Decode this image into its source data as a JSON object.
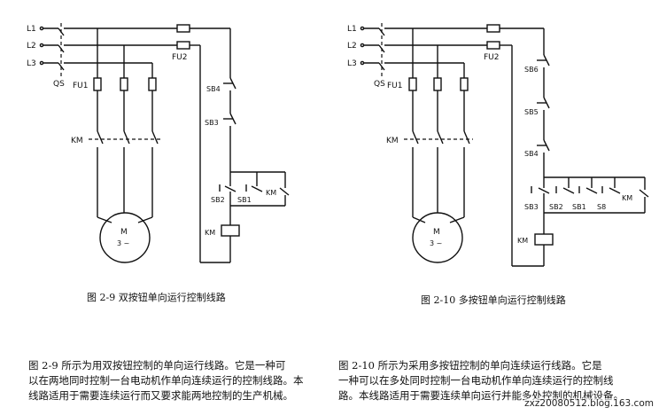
{
  "fig1": {
    "terminals": [
      "L1",
      "L2",
      "L3"
    ],
    "switch": "QS",
    "fuse_main": "FU1",
    "fuse_ctrl": "FU2",
    "contactor": "KM",
    "motor": "M",
    "motor_type": "3 ~",
    "stop_buttons": [
      "SB4",
      "SB3"
    ],
    "start_buttons": [
      "SB2",
      "SB1"
    ],
    "hold_contact": "KM",
    "coil": "KM",
    "caption": "图 2-9   双按钮单向运行控制线路"
  },
  "fig2": {
    "terminals": [
      "L1",
      "L2",
      "L3"
    ],
    "switch": "QS",
    "fuse_main": "FU1",
    "fuse_ctrl": "FU2",
    "contactor": "KM",
    "motor": "M",
    "motor_type": "3 ~",
    "stop_buttons": [
      "SB6",
      "SB5",
      "SB4"
    ],
    "start_buttons": [
      "SB3",
      "SB2",
      "SB1",
      "S8"
    ],
    "hold_contact": "KM",
    "coil": "KM",
    "caption": "图 2-10   多按钮单向运行控制线路"
  },
  "text_left": [
    "图 2-9 所示为用双按钮控制的单向运行线路。它是一种可",
    "以在两地同时控制一台电动机作单向连续运行的控制线路。本",
    "线路适用于需要连续运行而又要求能两地控制的生产机械。"
  ],
  "text_right": [
    "图 2-10 所示为采用多按钮控制的单向连续运行线路。它是",
    "一种可以在多处同时控制一台电动机作单向连续运行的控制线",
    "路。本线路适用于需要连续单向运行并能多处控制的机械设备。"
  ],
  "watermark": "zxz20080512.blog.163.com"
}
